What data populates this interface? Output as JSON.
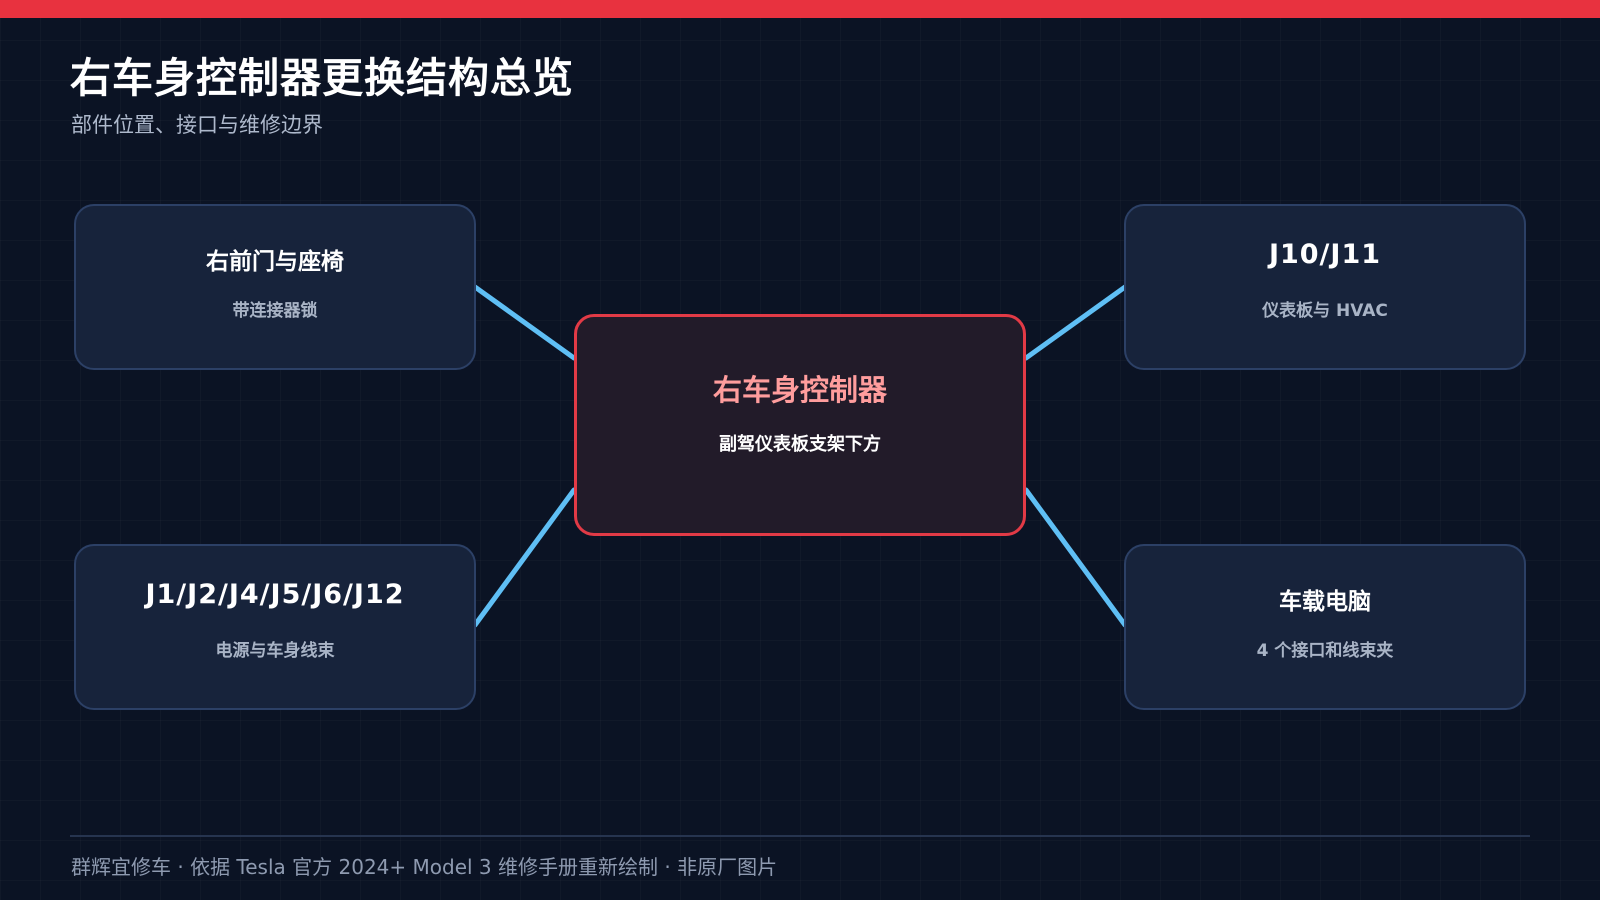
{
  "colors": {
    "background": "#0b1324",
    "accent_red": "#e8323f",
    "connector_blue": "#5fbff5",
    "node_fill": "#17233b",
    "node_border": "#2c4066",
    "center_fill": "#221b29",
    "center_title": "#ff9d9d"
  },
  "header": {
    "title": "右车身控制器更换结构总览",
    "subtitle": "部件位置、接口与维修边界"
  },
  "diagram": {
    "center": {
      "title": "右车身控制器",
      "subtitle": "副驾仪表板支架下方"
    },
    "nodes": {
      "top_left": {
        "title": "右前门与座椅",
        "subtitle": "带连接器锁"
      },
      "top_right": {
        "title": "J10/J11",
        "subtitle": "仪表板与 HVAC"
      },
      "bottom_left": {
        "title": "J1/J2/J4/J5/J6/J12",
        "subtitle": "电源与车身线束"
      },
      "bottom_right": {
        "title": "车载电脑",
        "subtitle": "4 个接口和线束夹"
      }
    }
  },
  "footer": {
    "text": "群辉宜修车 · 依据 Tesla 官方 2024+ Model 3 维修手册重新绘制 · 非原厂图片"
  }
}
